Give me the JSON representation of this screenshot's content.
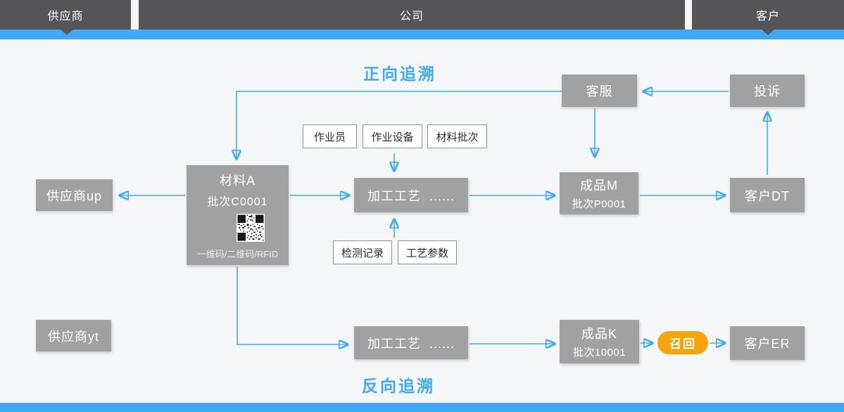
{
  "colors": {
    "accent_blue": "#3fa9f5",
    "header_dark": "#555557",
    "node_gray": "#a1a1a1",
    "recall_orange": "#f7a30c",
    "background": "#f5f6f8"
  },
  "header": {
    "segments": [
      {
        "label": "供应商"
      },
      {
        "label": "公司"
      },
      {
        "label": "客户"
      }
    ]
  },
  "titles": {
    "forward": "正向追溯",
    "backward": "反向追溯"
  },
  "nodes": {
    "customer_service": "客服",
    "complaint": "投诉",
    "material_a": {
      "title": "材料A",
      "batch": "批次C0001",
      "code_caption": "一维码/二维码/RFID"
    },
    "supplier_up": "供应商up",
    "process_top": "加工工艺  ......",
    "product_m": {
      "title": "成品M",
      "batch": "批次P0001"
    },
    "customer_dt": "客户DT",
    "supplier_yt": "供应商yt",
    "process_bottom": "加工工艺  ......",
    "product_k": {
      "title": "成品K",
      "batch": "批次10001"
    },
    "recall": "召回",
    "customer_er": "客户ER"
  },
  "tags": {
    "operator": "作业员",
    "equipment": "作业设备",
    "material_batch": "材料批次",
    "inspection": "检测记录",
    "process_params": "工艺参数"
  },
  "icons": {
    "qr_code": "qr-code-icon"
  }
}
